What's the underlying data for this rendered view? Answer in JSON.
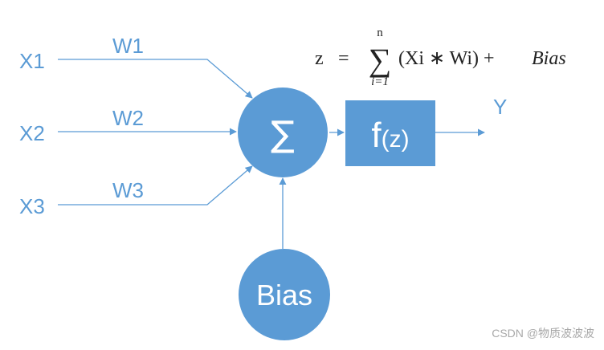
{
  "inputs": [
    {
      "label": "X1",
      "weight": "W1"
    },
    {
      "label": "X2",
      "weight": "W2"
    },
    {
      "label": "X3",
      "weight": "W3"
    }
  ],
  "summation_symbol": "∑",
  "bias_label": "Bias",
  "activation": {
    "f": "f",
    "arg": "(z)"
  },
  "output_label": "Y",
  "formula": {
    "lhs": "z",
    "equals": "=",
    "sigma": "∑",
    "upper": "n",
    "lower": "i=1",
    "body": "(Xi ∗ Wi) +",
    "bias": "Bias"
  },
  "watermark": "CSDN @物质波波波",
  "colors": {
    "node_fill": "#5b9bd5",
    "node_text": "#ffffff",
    "label": "#5b9bd5",
    "line": "#5b9bd5"
  }
}
